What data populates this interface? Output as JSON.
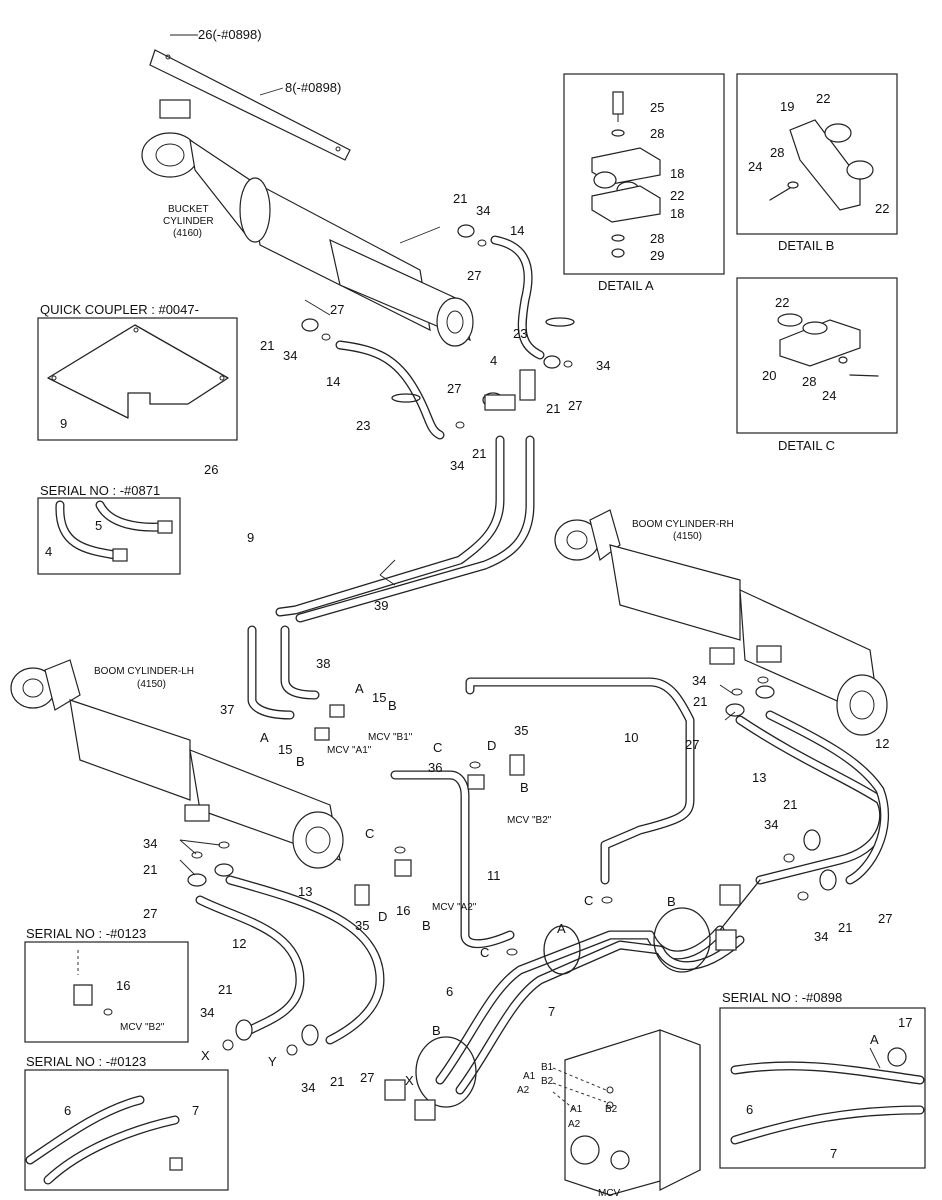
{
  "headings": {
    "quick_coupler": "QUICK COUPLER : #0047-",
    "serial_0871": "SERIAL NO : -#0871",
    "serial_0123_a": "SERIAL NO : -#0123",
    "serial_0123_b": "SERIAL NO : -#0123",
    "serial_0898": "SERIAL NO : -#0898",
    "detail_a": "DETAIL A",
    "detail_b": "DETAIL B",
    "detail_c": "DETAIL C"
  },
  "components": {
    "bucket_cyl_1": "BUCKET",
    "bucket_cyl_2": "CYLINDER",
    "bucket_cyl_3": "(4160)",
    "boom_rh_1": "BOOM CYLINDER-RH",
    "boom_rh_2": "(4150)",
    "boom_lh_1": "BOOM CYLINDER-LH",
    "boom_lh_2": "(4150)",
    "mcv": "MCV"
  },
  "ports": {
    "b1": "MCV \"B1\"",
    "a1": "MCV \"A1\"",
    "b2": "MCV \"B2\"",
    "a2": "MCV \"A2\"",
    "b2_inset": "MCV \"B2\"",
    "mcv_b1": "B1",
    "mcv_b2": "B2",
    "mcv_a1": "A1",
    "mcv_a2": "A2",
    "mcv_a1b": "A1",
    "mcv_b2b": "B2",
    "mcv_a2b": "A2"
  },
  "callouts": {
    "p26_top": "26(-#0898)",
    "p8": "8(-#0898)",
    "p21_a": "21",
    "p34_a": "34",
    "p14_a": "14",
    "p27_a": "27",
    "p27_b": "27",
    "p21_b": "21",
    "p34_b": "34",
    "p14_b": "14",
    "p23_a": "23",
    "p23_b": "23",
    "p4_a": "4",
    "p27_c": "27",
    "p34_c": "34",
    "p21_c": "21",
    "p21_d": "21",
    "p27_d": "27",
    "p34_d": "34",
    "p9_a": "9",
    "p26_b": "26",
    "p9_b": "9",
    "p5": "5",
    "p4_b": "4",
    "p39": "39",
    "p38": "38",
    "p37": "37",
    "p15_a": "15",
    "p15_b": "15",
    "lA_a": "A",
    "lB_a": "B",
    "lA_b": "A",
    "lB_b": "B",
    "p35_a": "35",
    "p36": "36",
    "lC_a": "C",
    "lD_a": "D",
    "lB_c": "B",
    "p10": "10",
    "lC_b": "C",
    "p11": "11",
    "p35_b": "35",
    "lD_b": "D",
    "p16": "16",
    "lB_d": "B",
    "lC_c": "C",
    "lC_d": "C",
    "p34_e": "34",
    "p21_e": "21",
    "p27_e": "27",
    "p13_a": "13",
    "p12_a": "12",
    "p34_f": "34",
    "p21_f": "21",
    "p27_f": "27",
    "p13_b": "13",
    "p12_b": "12",
    "p21_g": "21",
    "p34_g": "34",
    "lX": "X",
    "lY": "Y",
    "p34_h": "34",
    "p21_h": "21",
    "p27_g": "27",
    "lX_b": "X",
    "p21_i": "21",
    "p34_i": "34",
    "p27_h": "27",
    "p21_j": "21",
    "p34_j": "34",
    "lA_c": "A",
    "lB_e": "B",
    "lB_f": "B",
    "p6_a": "6",
    "p7_a": "7",
    "p16_b": "16",
    "p6_b": "6",
    "p7_b": "7",
    "p17": "17",
    "lA_d": "A",
    "p6_c": "6",
    "p7_c": "7",
    "p25": "25",
    "p28_a": "28",
    "p18_a": "18",
    "p22_a": "22",
    "p18_b": "18",
    "p28_b": "28",
    "p29": "29",
    "p19": "19",
    "p22_b": "22",
    "p24_a": "24",
    "p28_c": "28",
    "p22_c": "22",
    "p22_d": "22",
    "p20": "20",
    "p28_d": "28",
    "p24_b": "24"
  }
}
